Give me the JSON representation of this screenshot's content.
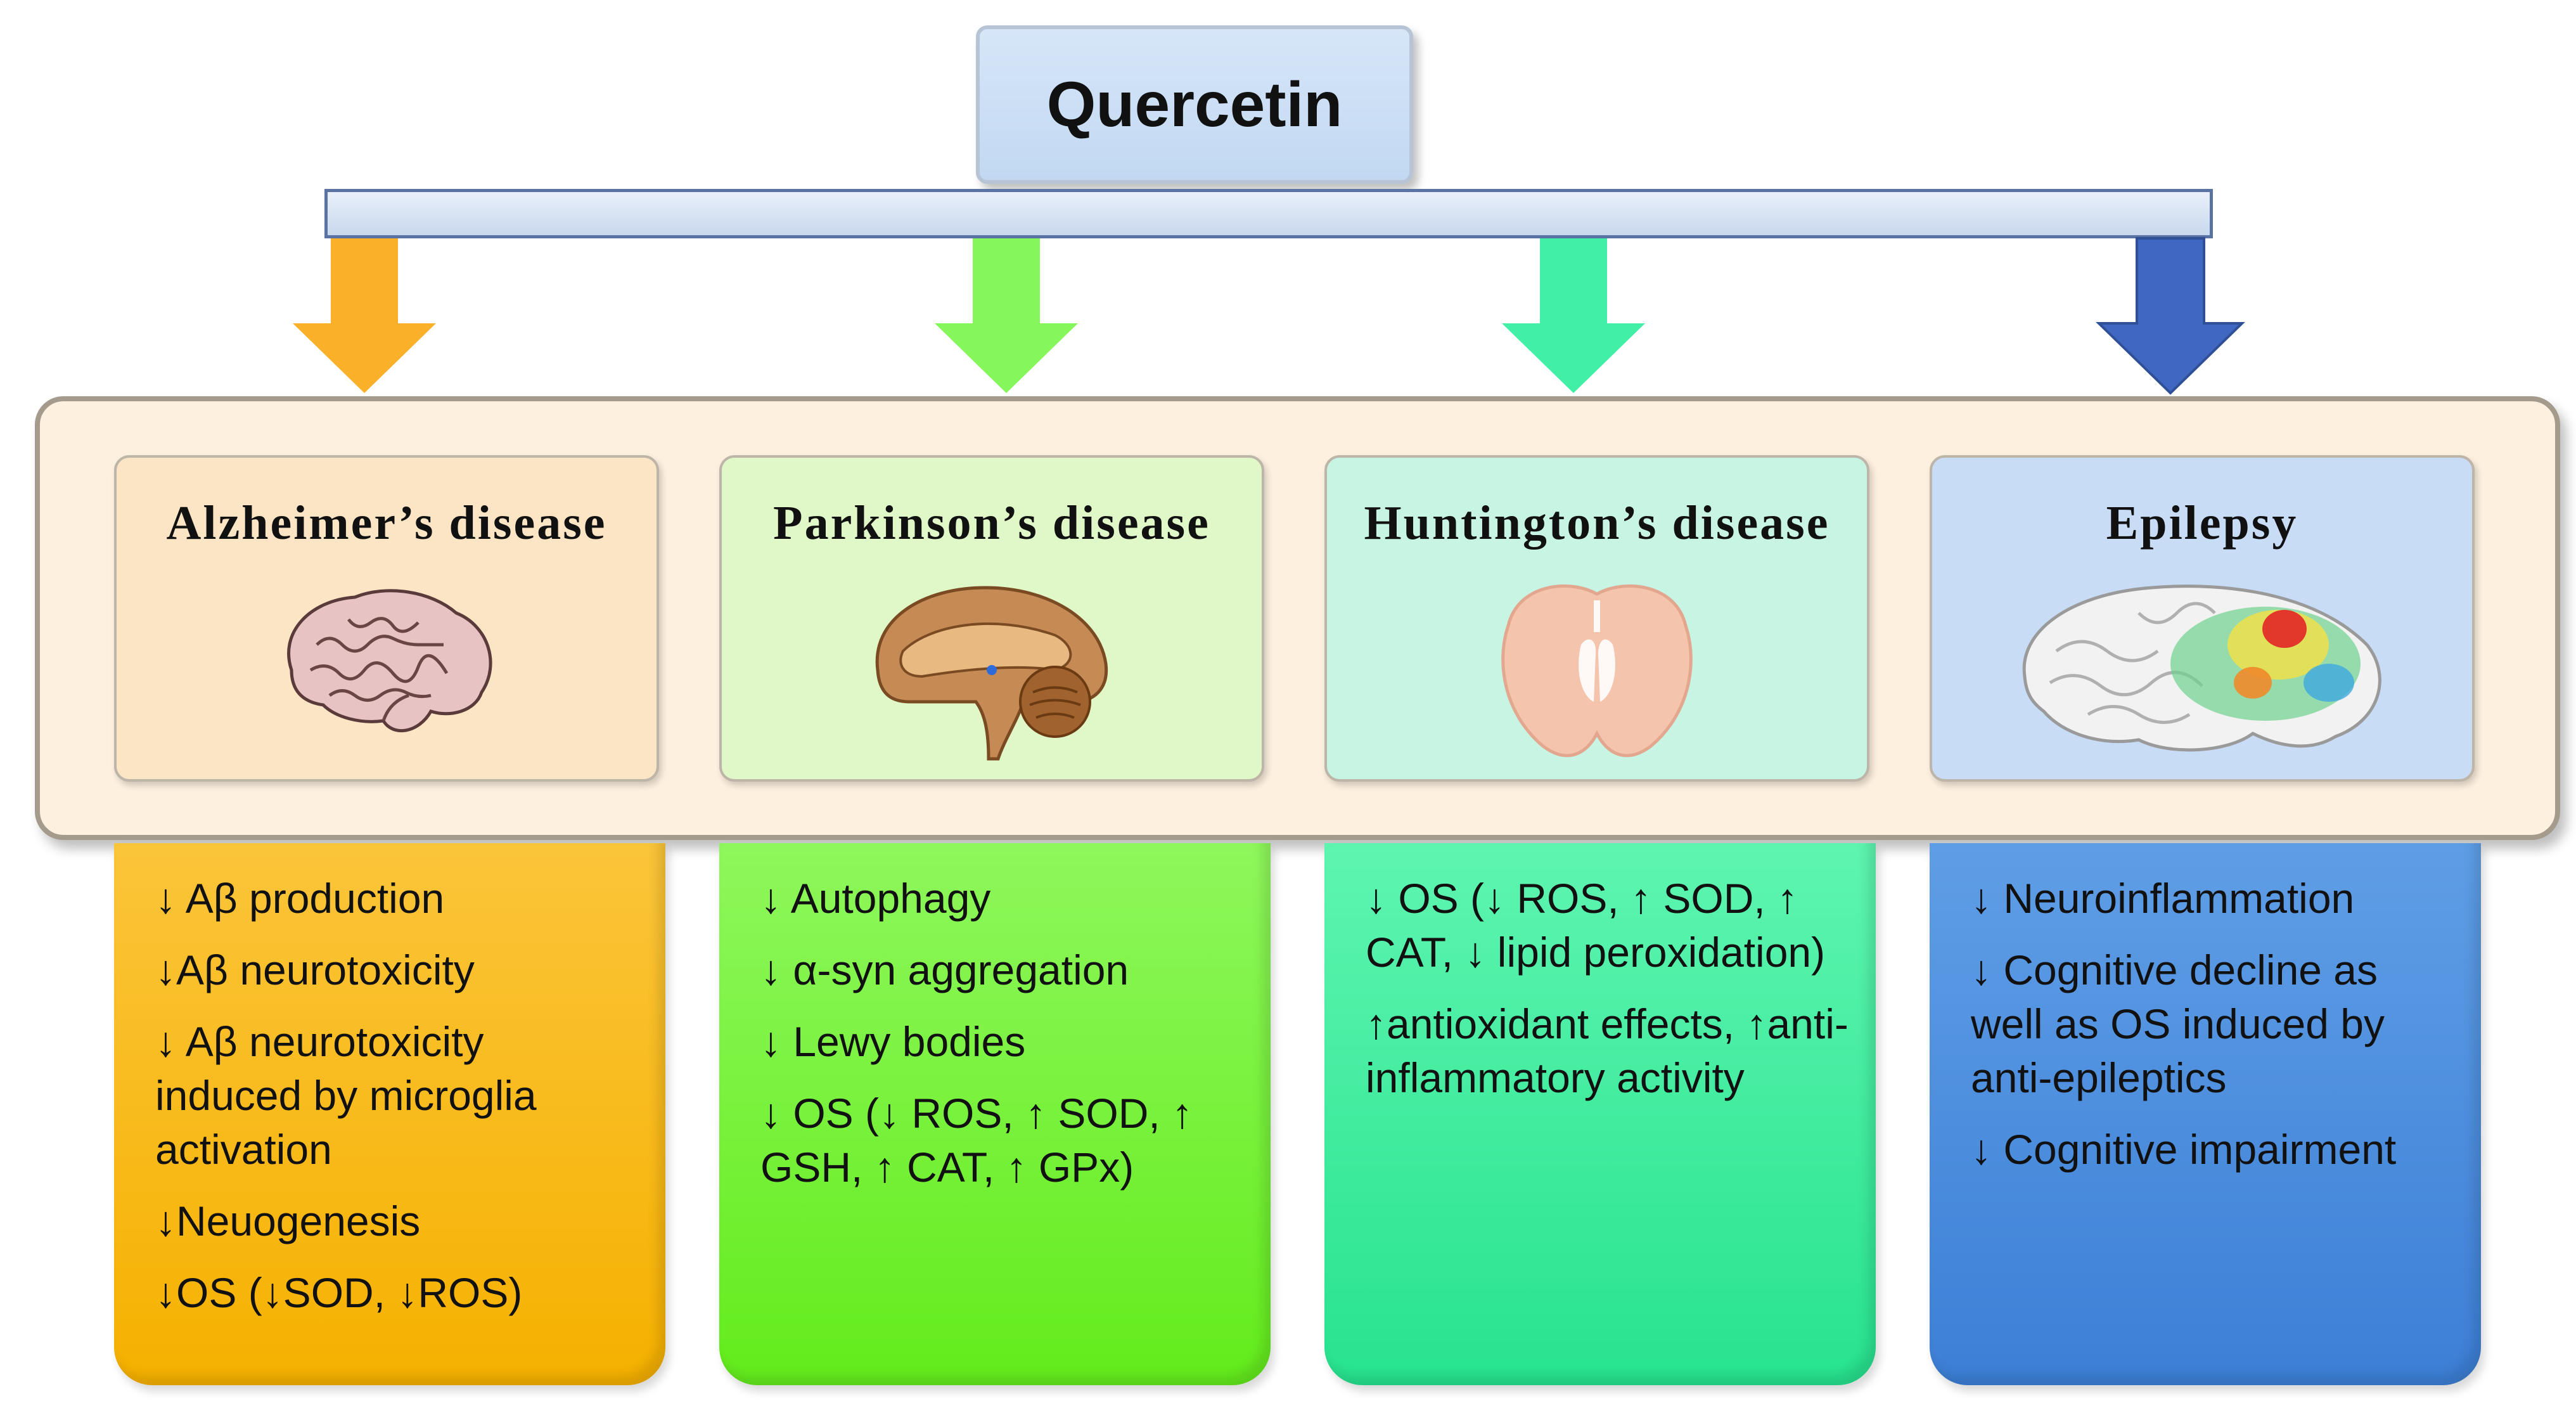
{
  "title": "Quercetin",
  "diseases": [
    {
      "name": "Alzheimer’s disease",
      "effects": [
        "↓ Aβ production",
        "↓Aβ neurotoxicity",
        "↓ Aβ neurotoxicity induced by microglia activation",
        "↓Neuogenesis",
        "↓OS (↓SOD, ↓ROS)"
      ]
    },
    {
      "name": "Parkinson’s disease",
      "effects": [
        "↓ Autophagy",
        "↓ α-syn aggregation",
        "↓ Lewy bodies",
        "↓ OS (↓ ROS, ↑ SOD, ↑ GSH, ↑ CAT, ↑ GPx)"
      ]
    },
    {
      "name": "Huntington’s disease",
      "effects": [
        "↓ OS (↓ ROS, ↑ SOD, ↑ CAT, ↓ lipid peroxidation)",
        "↑antioxidant effects, ↑anti-inflammatory activity"
      ]
    },
    {
      "name": "Epilepsy",
      "effects": [
        "↓ Neuroinflammation",
        "↓ Cognitive decline as well as OS induced by anti-epileptics",
        "↓ Cognitive impairment"
      ]
    }
  ],
  "colors": {
    "alzheimer_arrow": "#fbb02a",
    "parkinson_arrow": "#86f75a",
    "huntington_arrow": "#42efa6",
    "epilepsy_arrow": "#4068c2",
    "title_box": "#c9dcf3",
    "panel_bg": "#fdf0df"
  }
}
